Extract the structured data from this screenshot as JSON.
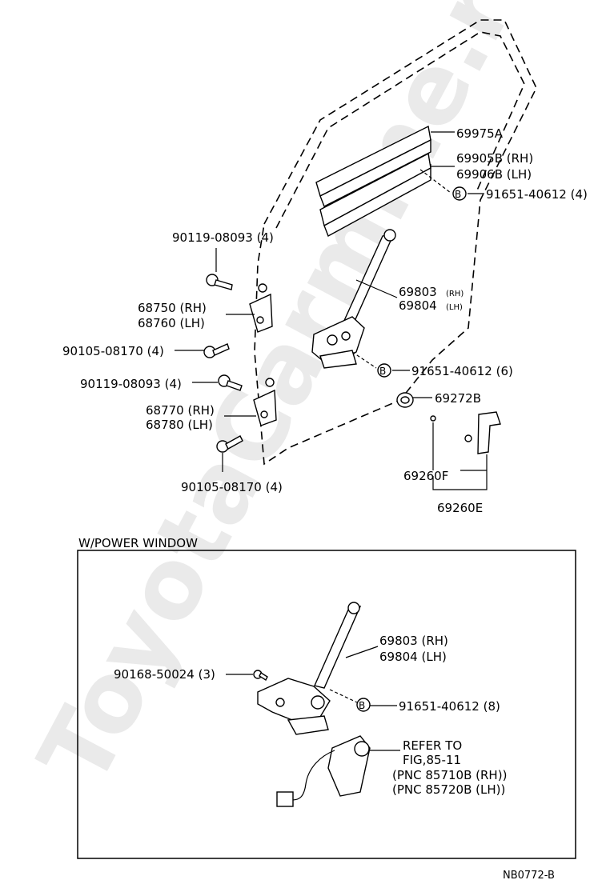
{
  "watermark": "ToyotaCarmine.ru",
  "labels": {
    "p69975a": "69975A",
    "p69905b": "69905B (RH)",
    "p69906b": "69906B (LH)",
    "p91651_top": "91651-40612 (4)",
    "p90119_top": "90119-08093 (4)",
    "p68750": "68750 (RH)",
    "p68760": "68760 (LH)",
    "p90105_mid": "90105-08170 (4)",
    "p69803_main": "69803",
    "p69803_rh": "(RH)",
    "p69804_main": "69804",
    "p69804_lh": "(LH)",
    "p90119_low": "90119-08093 (4)",
    "p91651_mid": "91651-40612 (6)",
    "p69272b": "69272B",
    "p68770": "68770 (RH)",
    "p68780": "68780 (LH)",
    "p69260f": "69260F",
    "p90105_low": "90105-08170 (4)",
    "p69260e": "69260E"
  },
  "power_window": {
    "title": "W/POWER WINDOW",
    "p69803": "69803 (RH)",
    "p69804": "69804 (LH)",
    "p90168": "90168-50024 (3)",
    "p91651": "91651-40612 (8)",
    "refer1": "REFER TO",
    "refer2": "FIG,85-11",
    "pnc1": "PNC 85710B (RH)",
    "pnc2": "PNC 85720B (LH)"
  },
  "markers": {
    "b": "B"
  },
  "figure_id": "NB0772-B"
}
